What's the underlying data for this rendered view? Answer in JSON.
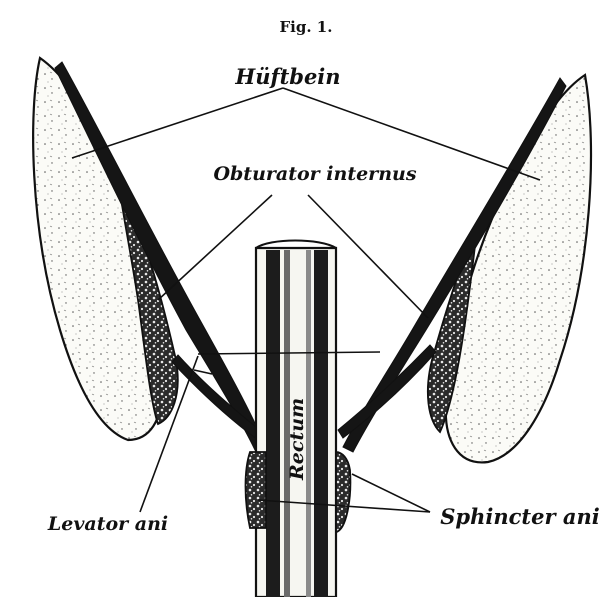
{
  "figure": {
    "label": "Fig. 1."
  },
  "labels": {
    "hip_bone": "Hüftbein",
    "obturator_internus": "Obturator internus",
    "rectum": "Rectum",
    "levator_ani": "Levator ani",
    "sphincter_ani": "Sphincter ani"
  }
}
